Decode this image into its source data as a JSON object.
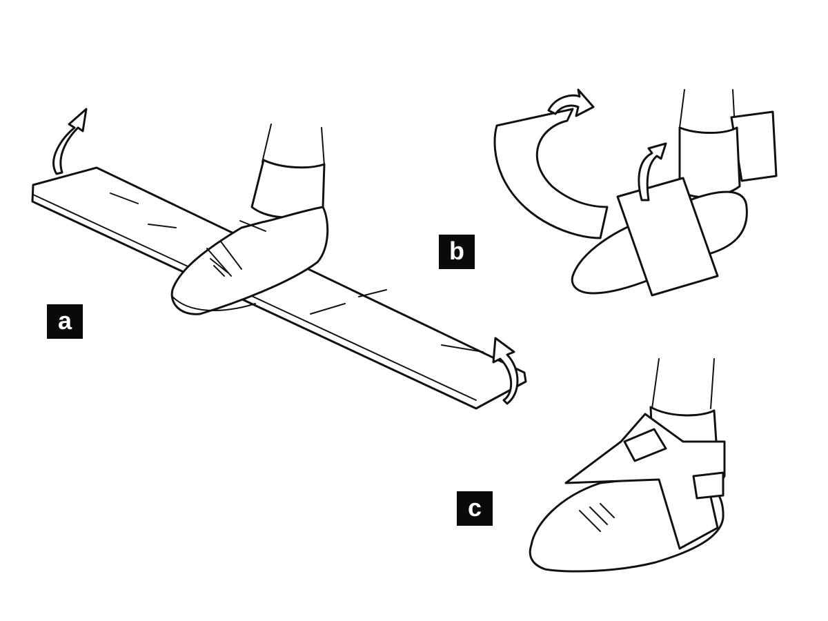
{
  "panels": [
    {
      "label": "a"
    },
    {
      "label": "b"
    },
    {
      "label": "c"
    }
  ],
  "colors": {
    "line": "#111111",
    "label_bg": "#0a0a0a",
    "label_text": "#ffffff",
    "background": "#ffffff"
  }
}
